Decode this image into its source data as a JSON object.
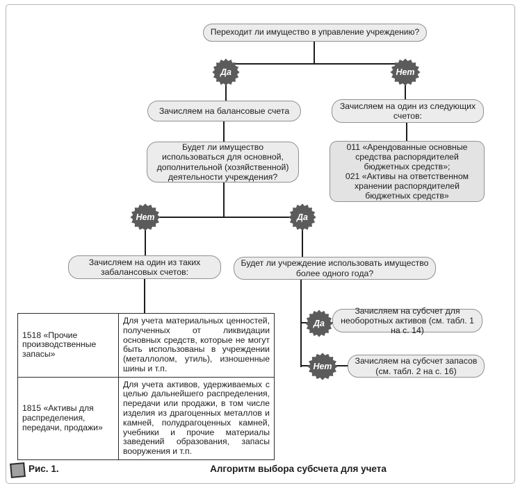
{
  "figure": {
    "caption_label": "Рис. 1.",
    "caption_title": "Алгоритм выбора субсчета для учета"
  },
  "labels": {
    "yes": "Да",
    "no": "Нет"
  },
  "flow": {
    "question_root": "Переходит ли имущество в управление учреждению?",
    "balance_accounts": "Зачисляем на балансовые счета",
    "question_usage": "Будет ли имущество использоваться для основной, дополнительной (хозяйственной) деятельности учреждения?",
    "following_accounts_intro": "Зачисляем на один из следующих счетов:",
    "accounts_011_021": "011 «Арендованные основные средства распорядителей бюджетных средств»;\n021 «Активы на ответственном хранении распорядителей бюджетных средств»",
    "offbalance_intro": "Зачисляем на один из таких забалансовых счетов:",
    "question_year": "Будет ли учреждение использовать имущество более одного года?",
    "result_noncurrent": "Зачисляем на субсчет для необоротных активов (см. табл. 1 на с. 14)",
    "result_stock": "Зачисляем на субсчет запасов (см. табл. 2 на с. 16)"
  },
  "table": {
    "rows": [
      {
        "account": "1518 «Прочие производственные запасы»",
        "description": "Для учета материальных ценностей, полученных от ликвидации основных средств, которые не могут быть использованы в учреждении (металлолом, утиль), изношенные шины и т.п."
      },
      {
        "account": "1815 «Активы для распределения, передачи, продажи»",
        "description": "Для учета активов, удерживаемых с целью дальнейшего распределения, передачи или продажи, в том числе изделия из драгоценных металлов и камней, полудрагоценных камней, учебники и прочие материалы заведений образования, запасы вооружения и т.п."
      }
    ]
  },
  "colors": {
    "burst_fill": "#5b5b5b",
    "box_fill": "#ececec",
    "box_border": "#8f8f8f",
    "line": "#1c1c1c"
  }
}
